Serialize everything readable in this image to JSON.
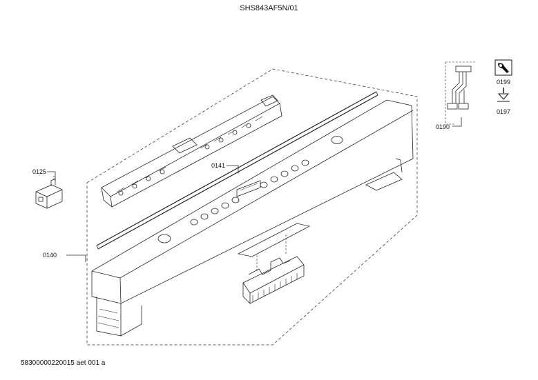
{
  "header": {
    "title": "SHS843AF5N/01"
  },
  "footer": {
    "doc_id": "58300000220015 aet 001 a"
  },
  "parts": {
    "p0125": "0125",
    "p0140": "0140",
    "p0141": "0141",
    "p0190": "0190",
    "p0199": "0199",
    "p0197": "0197"
  },
  "icons": {
    "tool": "wrench-icon",
    "install": "drill-icon"
  }
}
